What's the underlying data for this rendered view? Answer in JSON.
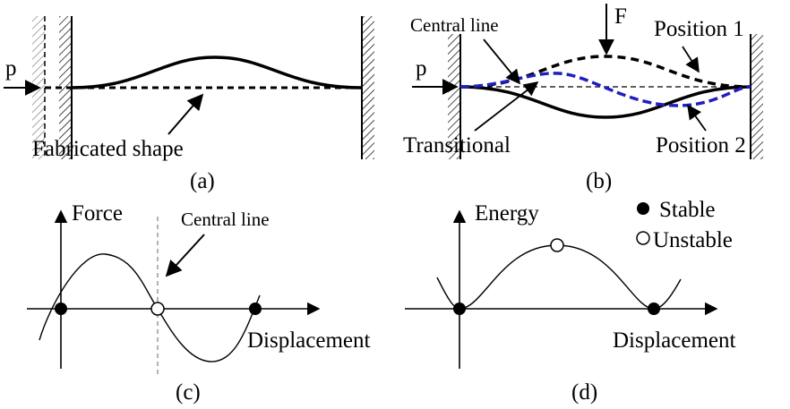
{
  "panels": {
    "a": {
      "caption": "(a)",
      "force_label": "p",
      "shape_label": "Fabricated shape"
    },
    "b": {
      "caption": "(b)",
      "force_label_top": "F",
      "force_label_left": "p",
      "central_line_label": "Central line",
      "position1_label": "Position 1",
      "position2_label": "Position 2",
      "transitional_label": "Transitional",
      "colors": {
        "transitional_curve": "#1f1fbf",
        "positions": "#000000"
      }
    },
    "c": {
      "caption": "(c)",
      "y_axis_label": "Force",
      "x_axis_label": "Displacement",
      "central_line_label": "Central line"
    },
    "d": {
      "caption": "(d)",
      "y_axis_label": "Energy",
      "x_axis_label": "Displacement"
    }
  },
  "legend": {
    "stable_label": "Stable",
    "unstable_label": "Unstable"
  }
}
